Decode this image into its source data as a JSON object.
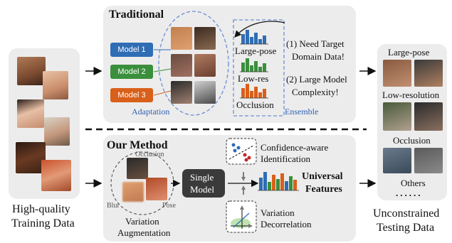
{
  "left": {
    "caption_line1": "High-quality",
    "caption_line2": "Training Data"
  },
  "traditional": {
    "title": "Traditional",
    "models": [
      {
        "label": "Model 1",
        "color": "#2f6db4"
      },
      {
        "label": "Model 2",
        "color": "#3a8f3c"
      },
      {
        "label": "Model 3",
        "color": "#d9601a"
      }
    ],
    "adaptation_label": "Adaptation",
    "ensemble_label": "Ensemble",
    "conditions": [
      "Large-pose",
      "Low-res",
      "Occlusion"
    ],
    "note1_line1": "(1) Need Target",
    "note1_line2": "Domain Data!",
    "note2_line1": "(2) Large Model",
    "note2_line2": "Complexity!"
  },
  "method": {
    "title": "Our Method",
    "aug_labels": {
      "occlusion": "Occlusion",
      "blur": "Blur",
      "pose": "Pose"
    },
    "aug_caption_line1": "Variation",
    "aug_caption_line2": "Augmentation",
    "single_model_line1": "Single",
    "single_model_line2": "Model",
    "confidence_line1": "Confidence-aware",
    "confidence_line2": "Identification",
    "decorrelation_line1": "Variation",
    "decorrelation_line2": "Decorrelation",
    "universal_line1": "Universal",
    "universal_line2": "Features"
  },
  "right": {
    "categories": [
      "Large-pose",
      "Low-resolution",
      "Occlusion",
      "Others"
    ],
    "ellipsis": "......",
    "caption_line1": "Unconstrained",
    "caption_line2": "Testing Data"
  },
  "colors": {
    "panel": "#ececec",
    "blue_bar": "#2f6db4",
    "green_bar": "#3a8f3c",
    "orange_bar": "#d9601a",
    "dashed_blue": "#6b8fd6"
  }
}
